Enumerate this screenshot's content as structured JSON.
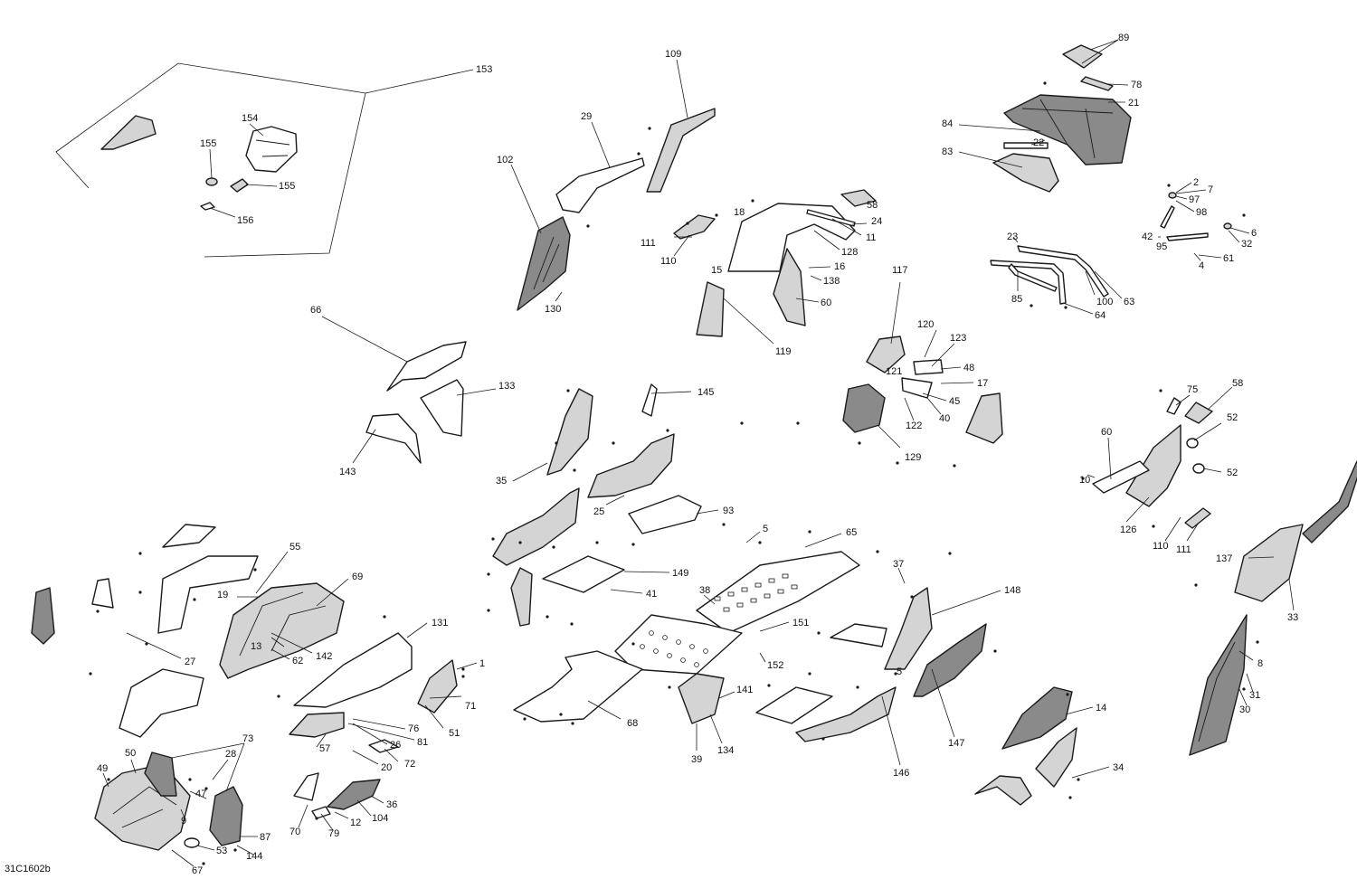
{
  "document": {
    "id": "31C1602b"
  },
  "callouts": {
    "c153": "153",
    "c154": "154",
    "c155a": "155",
    "c155b": "155",
    "c156": "156",
    "c109": "109",
    "c29": "29",
    "c102": "102",
    "c130": "130",
    "c18": "18",
    "c111a": "111",
    "c110a": "110",
    "c15": "15",
    "c58a": "58",
    "c24": "24",
    "c11": "11",
    "c128": "128",
    "c16": "16",
    "c138": "138",
    "c60a": "60",
    "c119": "119",
    "c89": "89",
    "c78": "78",
    "c21": "21",
    "c84": "84",
    "c22": "22",
    "c83": "83",
    "c2": "2",
    "c7": "7",
    "c97": "97",
    "c98": "98",
    "c6": "6",
    "c42": "42",
    "c95": "95",
    "c32": "32",
    "c4": "4",
    "c61": "61",
    "c23": "23",
    "c85": "85",
    "c100": "100",
    "c63": "63",
    "c64": "64",
    "c66": "66",
    "c133": "133",
    "c143": "143",
    "c117": "117",
    "c120": "120",
    "c123": "123",
    "c121": "121",
    "c48": "48",
    "c17": "17",
    "c45": "45",
    "c122": "122",
    "c40": "40",
    "c129": "129",
    "c145": "145",
    "c35": "35",
    "c25": "25",
    "c93": "93",
    "c75": "75",
    "c58b": "58",
    "c52a": "52",
    "c52b": "52",
    "c60b": "60",
    "c10": "10",
    "c126": "126",
    "c110b": "110",
    "c111b": "111",
    "c5a": "5",
    "c65": "65",
    "c149": "149",
    "c41": "41",
    "c38": "38",
    "c151": "151",
    "c152": "152",
    "c37": "37",
    "c148": "148",
    "c5b": "5",
    "c55": "55",
    "c69": "69",
    "c19": "19",
    "c13": "13",
    "c142": "142",
    "c62": "62",
    "c27": "27",
    "c131": "131",
    "c1": "1",
    "c71": "71",
    "c51": "51",
    "c76": "76",
    "c26": "26",
    "c81": "81",
    "c57": "57",
    "c72": "72",
    "c20": "20",
    "c68": "68",
    "c141": "141",
    "c134": "134",
    "c39": "39",
    "c146": "146",
    "c147": "147",
    "c137": "137",
    "c33": "33",
    "c8": "8",
    "c31": "31",
    "c30": "30",
    "c14": "14",
    "c34": "34",
    "c73": "73",
    "c28": "28",
    "c49": "49",
    "c50": "50",
    "c47": "47",
    "c9": "9",
    "c87": "87",
    "c53": "53",
    "c144": "144",
    "c67": "67",
    "c70": "70",
    "c79": "79",
    "c12": "12",
    "c104": "104",
    "c36": "36"
  }
}
